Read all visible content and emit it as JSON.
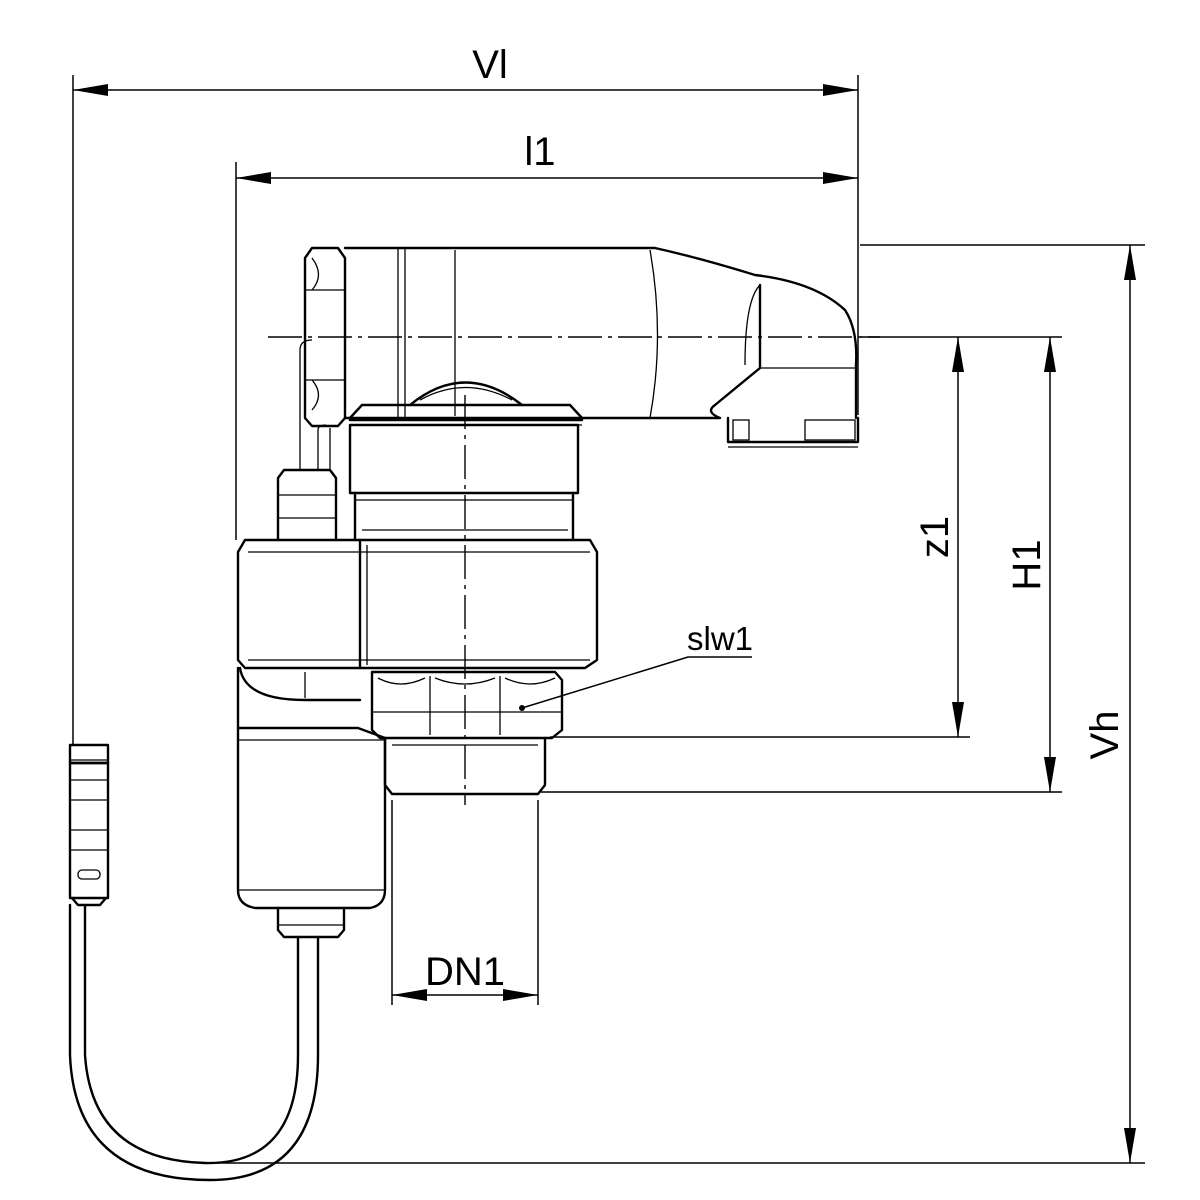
{
  "dimensions": {
    "vl": "Vl",
    "l1": "l1",
    "z1": "z1",
    "h1": "H1",
    "vh": "Vh",
    "dn1": "DN1",
    "slw1": "slw1"
  }
}
